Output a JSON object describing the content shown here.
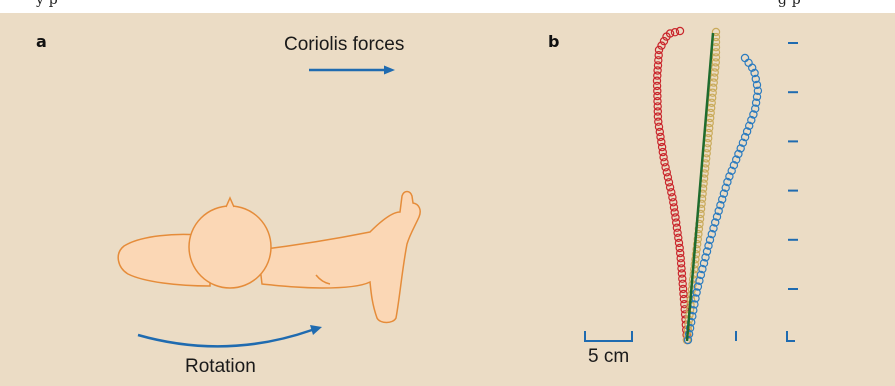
{
  "header_text_fragment": "y p",
  "header_text_fragment_right": "g      p",
  "colors": {
    "background": "#ebdcc5",
    "arrow_blue": "#1f6bb0",
    "body_fill": "#fbd7b5",
    "body_stroke": "#e58c3a",
    "trajectory_red": "#c9252b",
    "trajectory_yellow": "#c9aa5a",
    "trajectory_blue": "#2b7bbf",
    "line_green": "#1e6b2e"
  },
  "panel_a": {
    "label": "a",
    "coriolis_label": "Coriolis forces",
    "rotation_label": "Rotation"
  },
  "panel_b": {
    "label": "b",
    "scale_label": "5 cm",
    "axis_ticks": 6
  }
}
